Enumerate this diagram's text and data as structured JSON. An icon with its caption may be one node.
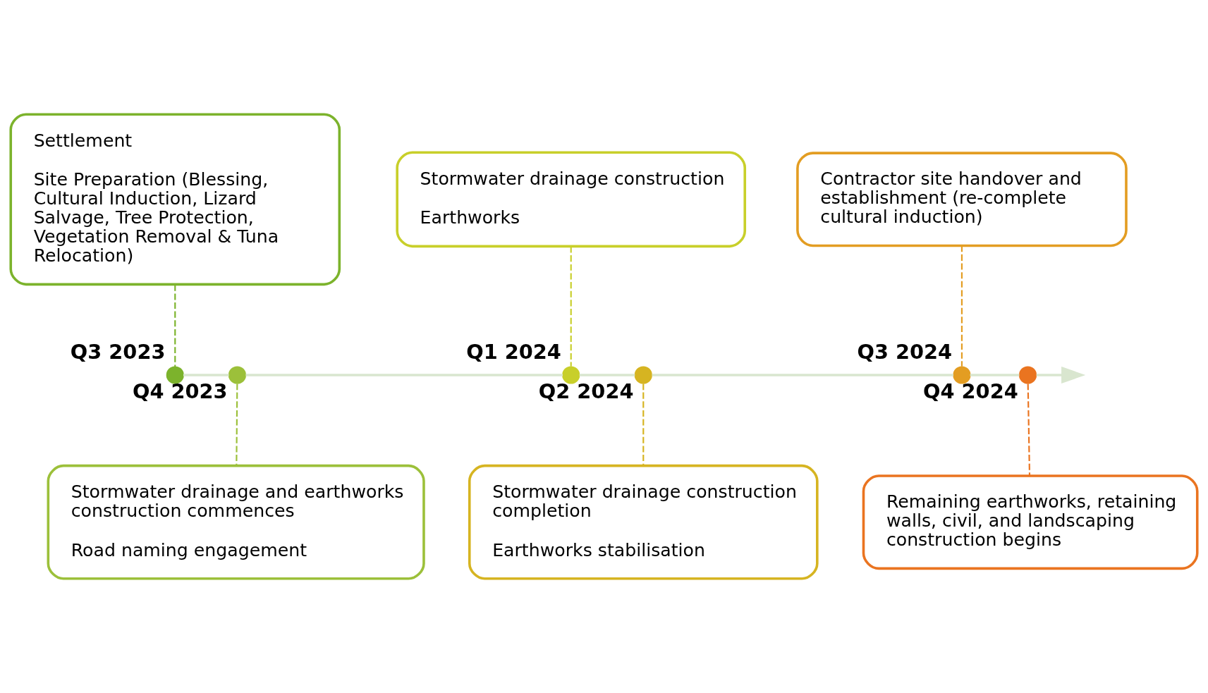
{
  "diagram": {
    "nodes": [
      {
        "text": [
          "Settlement",
          "Site Preparation (Blessing, Cultural Induction, Lizard Salvage, Tree Protection, Vegetation Removal & Tuna Relocation)"
        ]
      },
      {
        "text": [
          "Stormwater drainage construction",
          "Earthworks"
        ]
      },
      {
        "text": [
          "Contractor site handover and establishment (re-complete cultural induction)"
        ]
      },
      {
        "text": [],
        "shape": "circle",
        "beside": [
          "Q3 2023"
        ]
      },
      {
        "text": [],
        "shape": "circle",
        "beside": [
          "Q4 2023"
        ]
      },
      {
        "text": [],
        "shape": "circle",
        "beside": [
          "Q1 2024"
        ]
      },
      {
        "text": [],
        "shape": "circle",
        "beside": [
          "Q2 2024"
        ]
      },
      {
        "text": [],
        "shape": "circle",
        "beside": [
          "Q3 2024"
        ]
      },
      {
        "text": [],
        "shape": "circle",
        "beside": [
          "Q4 2024"
        ]
      },
      {
        "text": [
          "Stormwater drainage and earthworks construction commences",
          "Road naming engagement"
        ]
      },
      {
        "text": [
          "Stormwater drainage construction completion",
          "Earthworks stabilisation"
        ]
      },
      {
        "text": [
          "Remaining earthworks, retaining walls, civil, and landscaping construction begins"
        ]
      }
    ],
    "edges": [
      {
        "from": 3,
        "to": 4,
        "arrow": "none"
      },
      {
        "from": 4,
        "to": 5,
        "arrow": "none"
      },
      {
        "from": 5,
        "to": 6,
        "arrow": "none"
      },
      {
        "from": 6,
        "to": 7,
        "arrow": "none"
      },
      {
        "from": 7,
        "to": 8,
        "arrow": "none"
      },
      {
        "from": 8,
        "to": null,
        "arrow": "to"
      },
      {
        "from": 3,
        "to": 0,
        "arrow": "none",
        "style": "dashed",
        "color": "#7cb32c"
      },
      {
        "from": 4,
        "to": 9,
        "arrow": "none",
        "style": "dashed",
        "color": "#9cc03a"
      },
      {
        "from": 5,
        "to": 1,
        "arrow": "none",
        "style": "dashed",
        "color": "#c8cf2a"
      },
      {
        "from": 6,
        "to": 10,
        "arrow": "none",
        "style": "dashed",
        "color": "#d6b421"
      },
      {
        "from": 7,
        "to": 2,
        "arrow": "none",
        "style": "dashed",
        "color": "#e39d22"
      },
      {
        "from": 8,
        "to": 11,
        "arrow": "none",
        "style": "dashed",
        "color": "#ea7420"
      }
    ]
  }
}
